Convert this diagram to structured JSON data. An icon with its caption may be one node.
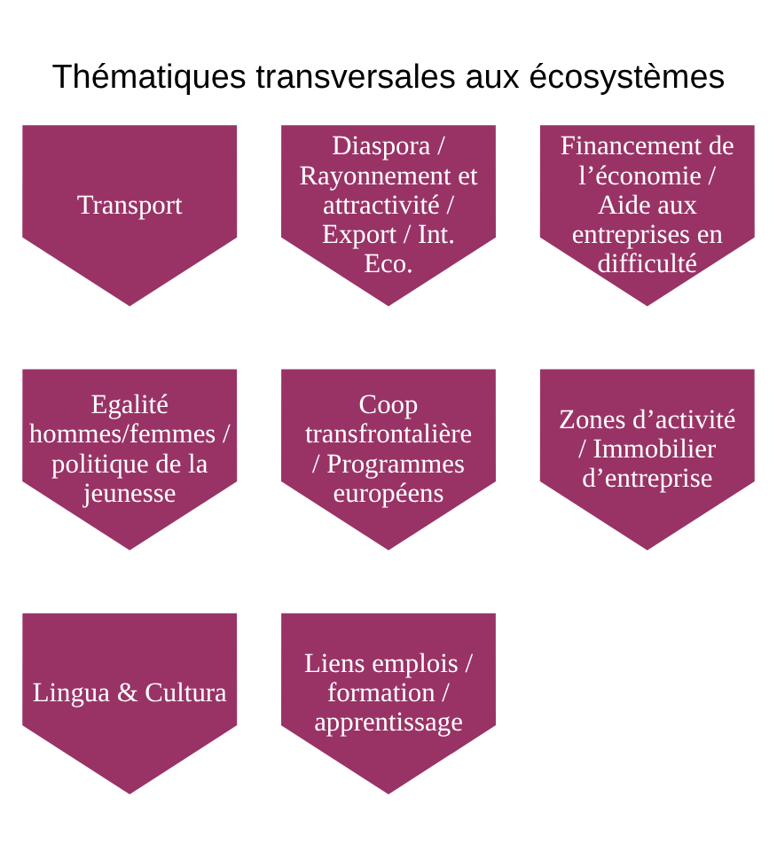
{
  "diagram": {
    "title": "Thématiques transversales aux écosystèmes",
    "nodes": [
      {
        "text": [
          "Transport"
        ]
      },
      {
        "text": [
          "Diaspora / Rayonnement et attractivité / Export / Int. Eco."
        ]
      },
      {
        "text": [
          "Financement de l’économie / Aide aux entreprises en difficulté"
        ]
      },
      {
        "text": [
          "Egalité hommes/femmes / politique de la jeunesse"
        ]
      },
      {
        "text": [
          "Coop transfrontalière / Programmes européens"
        ]
      },
      {
        "text": [
          "Zones d’activité / Immobilier d’entreprise"
        ]
      },
      {
        "text": [
          "Lingua & Cultura"
        ]
      },
      {
        "text": [
          "Liens emplois / formation / apprentissage"
        ]
      }
    ],
    "edges": []
  }
}
